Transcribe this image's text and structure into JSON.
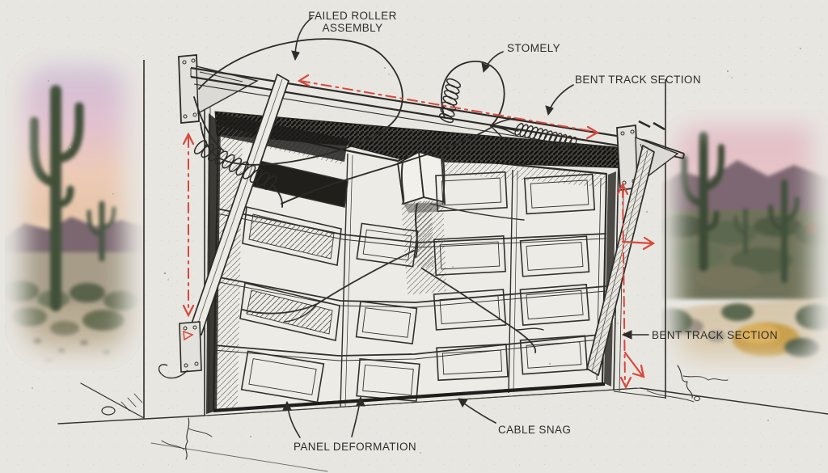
{
  "labels": {
    "failed_roller_line1": "FAILED ROLLER",
    "failed_roller_line2": "ASSEMBLY",
    "stomely": "STOMELY",
    "bent_track_top": "BENT TRACK SECTION",
    "bent_track_right": "BENT TRACK SECTION",
    "cable_snag": "CABLE SNAG",
    "panel_deformation": "PANEL DEFORMATION"
  },
  "colors": {
    "paper": "#e8e6e1",
    "ink": "#2b2a27",
    "annotation_red": "#d8473c"
  }
}
